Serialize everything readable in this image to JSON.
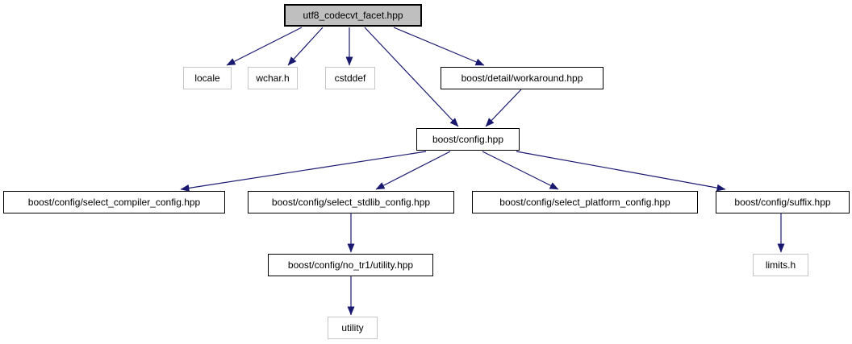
{
  "diagram": {
    "type": "include-dependency-graph",
    "colors": {
      "edge": "#191970",
      "current_node_fill": "#bfbfbf",
      "current_node_border": "#000000",
      "internal_node_border": "#000000",
      "external_node_border": "#c6c6c6",
      "background": "#ffffff",
      "text": "#000000"
    },
    "nodes": [
      {
        "id": "utf8_codecvt_facet",
        "label": "utf8_codecvt_facet.hpp",
        "kind": "current"
      },
      {
        "id": "locale",
        "label": "locale",
        "kind": "external"
      },
      {
        "id": "wchar_h",
        "label": "wchar.h",
        "kind": "external"
      },
      {
        "id": "cstddef",
        "label": "cstddef",
        "kind": "external"
      },
      {
        "id": "workaround",
        "label": "boost/detail/workaround.hpp",
        "kind": "internal"
      },
      {
        "id": "config",
        "label": "boost/config.hpp",
        "kind": "internal"
      },
      {
        "id": "select_compiler",
        "label": "boost/config/select_compiler_config.hpp",
        "kind": "internal"
      },
      {
        "id": "select_stdlib",
        "label": "boost/config/select_stdlib_config.hpp",
        "kind": "internal"
      },
      {
        "id": "select_platform",
        "label": "boost/config/select_platform_config.hpp",
        "kind": "internal"
      },
      {
        "id": "suffix",
        "label": "boost/config/suffix.hpp",
        "kind": "internal"
      },
      {
        "id": "no_tr1_utility",
        "label": "boost/config/no_tr1/utility.hpp",
        "kind": "internal"
      },
      {
        "id": "limits_h",
        "label": "limits.h",
        "kind": "external"
      },
      {
        "id": "utility",
        "label": "utility",
        "kind": "external"
      }
    ],
    "edges": [
      {
        "from": "utf8_codecvt_facet",
        "to": "locale"
      },
      {
        "from": "utf8_codecvt_facet",
        "to": "wchar_h"
      },
      {
        "from": "utf8_codecvt_facet",
        "to": "cstddef"
      },
      {
        "from": "utf8_codecvt_facet",
        "to": "config"
      },
      {
        "from": "utf8_codecvt_facet",
        "to": "workaround"
      },
      {
        "from": "workaround",
        "to": "config"
      },
      {
        "from": "config",
        "to": "select_compiler"
      },
      {
        "from": "config",
        "to": "select_stdlib"
      },
      {
        "from": "config",
        "to": "select_platform"
      },
      {
        "from": "config",
        "to": "suffix"
      },
      {
        "from": "select_stdlib",
        "to": "no_tr1_utility"
      },
      {
        "from": "no_tr1_utility",
        "to": "utility"
      },
      {
        "from": "suffix",
        "to": "limits_h"
      }
    ]
  }
}
